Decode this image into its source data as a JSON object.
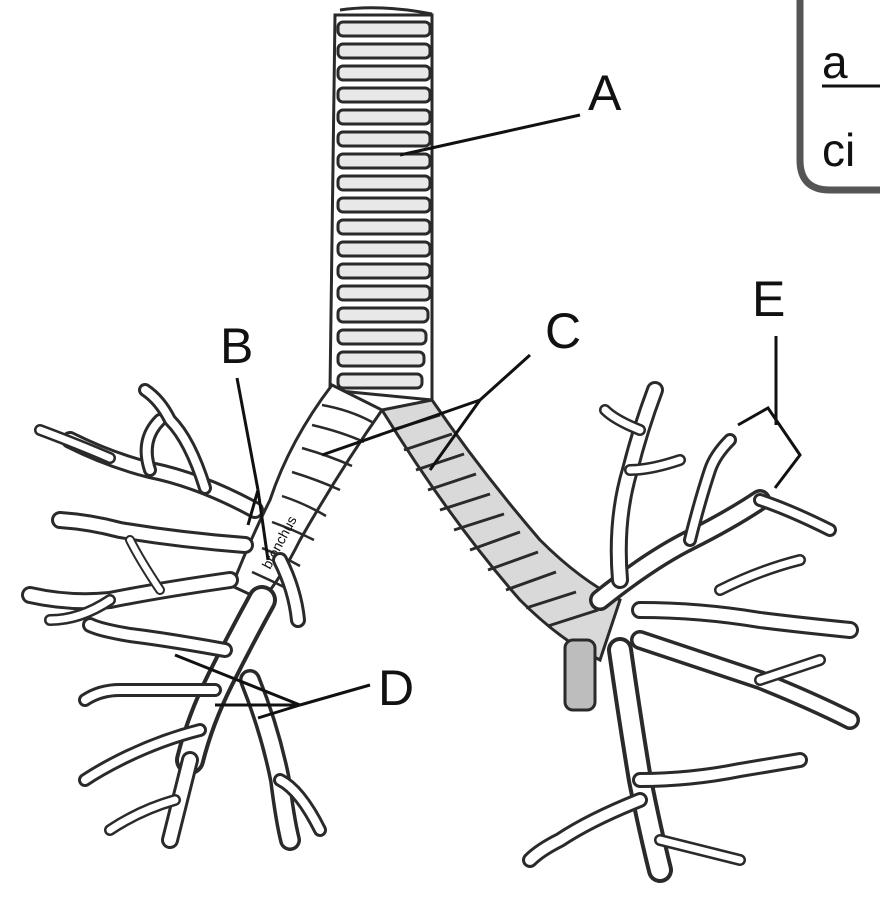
{
  "callout": {
    "line1": "a",
    "line2": "ci"
  },
  "labels": {
    "a": "A",
    "b": "B",
    "c": "C",
    "d": "D",
    "e": "E"
  },
  "figure_text": "bronchus"
}
